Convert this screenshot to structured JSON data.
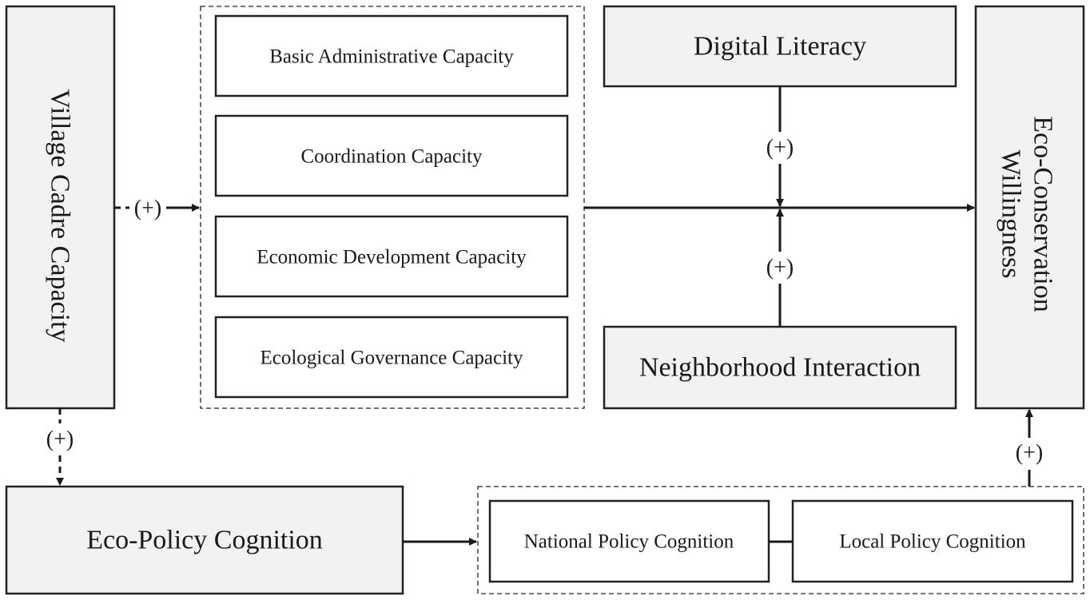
{
  "nodes": {
    "village_cadre_capacity": "Village Cadre Capacity",
    "basic_administrative_capacity": "Basic Administrative Capacity",
    "coordination_capacity": "Coordination Capacity",
    "economic_development_capacity": "Economic Development Capacity",
    "ecological_governance_capacity": "Ecological Governance Capacity",
    "digital_literacy": "Digital Literacy",
    "neighborhood_interaction": "Neighborhood Interaction",
    "eco_conservation_willingness_line1": "Eco-Conservation",
    "eco_conservation_willingness_line2": "Willingness",
    "eco_policy_cognition": "Eco-Policy Cognition",
    "national_policy_cognition": "National Policy Cognition",
    "local_policy_cognition": "Local Policy Cognition"
  },
  "edge_labels": {
    "cadre_to_capacities": "(+)",
    "cadre_to_policy": "(+)",
    "digital_literacy_moderation": "(+)",
    "neighborhood_moderation": "(+)",
    "policy_to_willingness": "(+)"
  },
  "colors": {
    "node_fill": "#f2f2f2",
    "stroke": "#222222",
    "text": "#1a1a1a"
  }
}
